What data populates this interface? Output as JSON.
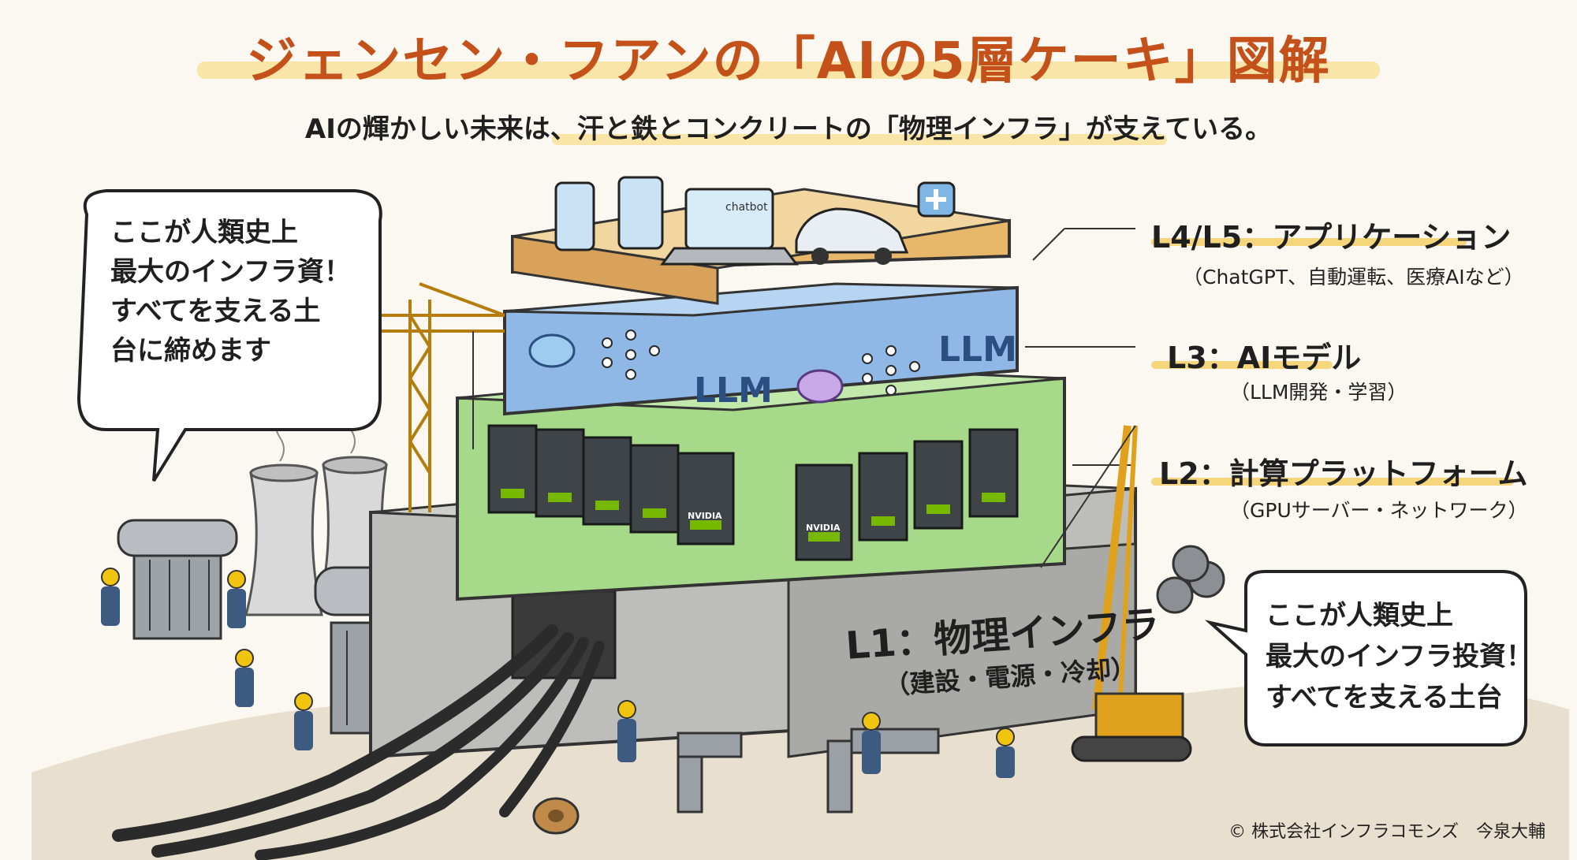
{
  "title": "ジェンセン・フアンの「AIの5層ケーキ」図解",
  "subtitle": "AIの輝かしい未来は、汗と鉄とコンクリートの「物理インフラ」が支えている。",
  "layers": [
    {
      "id": "l45",
      "title": "L4/L5：アプリケーション",
      "subtitle": "（ChatGPT、自動運転、医療AIなど）"
    },
    {
      "id": "l3",
      "title": "L3：AIモデル",
      "subtitle": "（LLM開発・学習）"
    },
    {
      "id": "l2",
      "title": "L2：計算プラットフォーム",
      "subtitle": "（GPUサーバー・ネットワーク）"
    }
  ],
  "l1": {
    "title": "L1：物理インフラ",
    "subtitle": "（建設・電源・冷却）"
  },
  "llm_label_1": "LLM",
  "llm_label_2": "LLM",
  "chatbot_label": "chatbot",
  "nvidia_label_1": "NVIDIA",
  "nvidia_label_2": "NVIDIA",
  "bubble_left": "ここが人類史上\n最大のインフラ資！\nすべてを支える土\n台に締めます",
  "bubble_right": "ここが人類史上\n最大のインフラ投資！\nすべてを支える土台",
  "copyright": "© 株式会社インフラコモンズ　今泉大輔",
  "colors": {
    "title": "#c4511a",
    "highlight": "#f6d56a",
    "app_layer": "#f2d6a0",
    "model_layer": "#8fb8e6",
    "compute_layer": "#a6d98a",
    "concrete": "#b3b3b0",
    "gpu_accent": "#76b900",
    "crane": "#e0a21c"
  }
}
